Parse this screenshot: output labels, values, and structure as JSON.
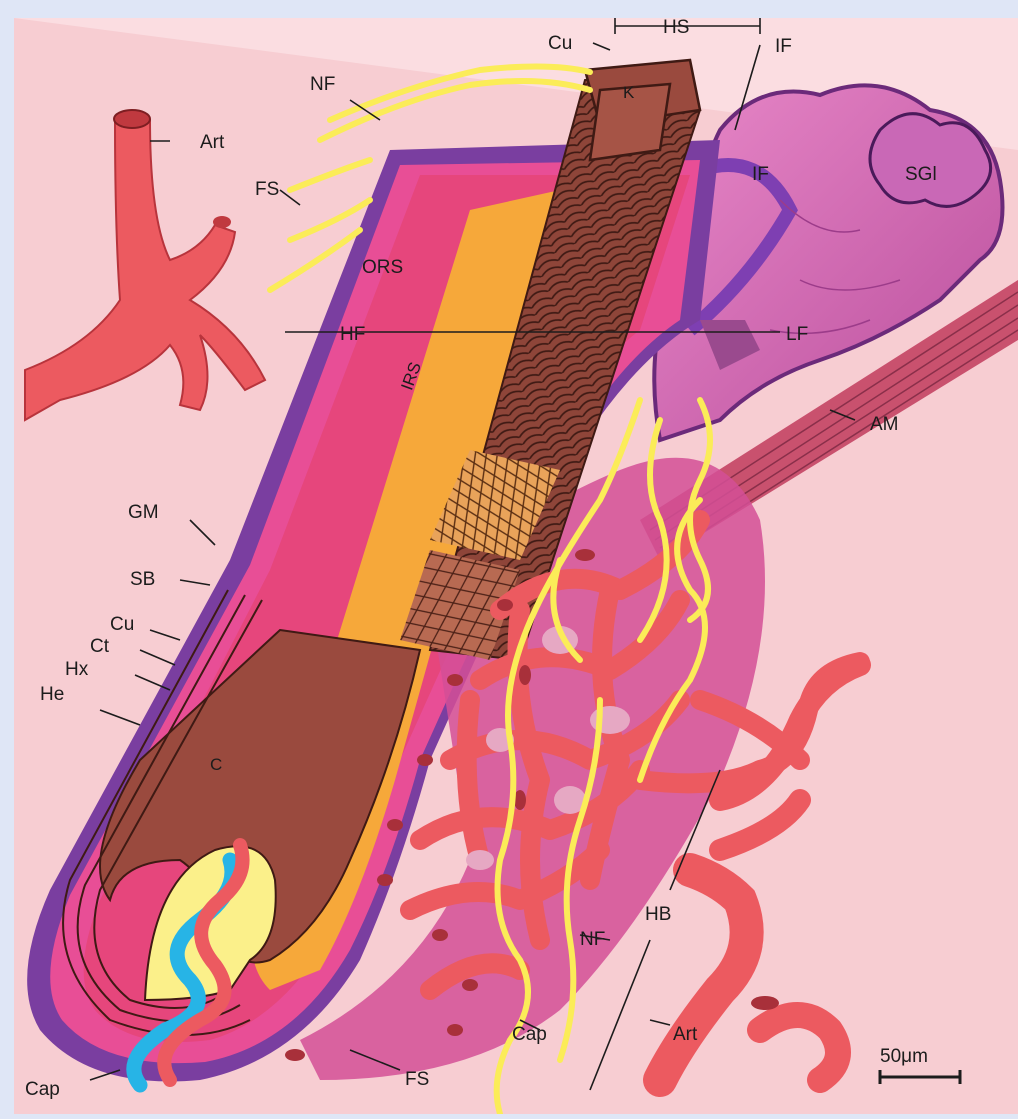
{
  "diagram": {
    "labels": {
      "hs": "HS",
      "cu_top": "Cu",
      "if_top": "IF",
      "nf_top": "NF",
      "art_top": "Art",
      "fs_left": "FS",
      "k": "K",
      "if_mid": "IF",
      "sgl": "SGl",
      "ors": "ORS",
      "hf": "HF",
      "irs": "IRS",
      "lf": "LF",
      "am": "AM",
      "gm": "GM",
      "sb": "SB",
      "cu_left": "Cu",
      "ct": "Ct",
      "hx": "Hx",
      "he": "He",
      "c": "C",
      "hb": "HB",
      "nf_bottom": "NF",
      "cap_mid": "Cap",
      "art_bottom": "Art",
      "cap_left": "Cap",
      "fs_bottom": "FS",
      "scale": "50μm"
    },
    "colors": {
      "background": "#f7cdd2",
      "vessel": "#ec5a60",
      "vessel_dark": "#b8343c",
      "nerve": "#fbec58",
      "sheath_outer": "#7a3ea0",
      "sheath_inner": "#e84e96",
      "ors": "#e6467c",
      "hair_shaft": "#9a4a3e",
      "irs": "#f6a83a",
      "papilla": "#fbf08a",
      "vein_blue": "#27b4e6",
      "gland": "#d466b4",
      "muscle": "#c9516e"
    }
  }
}
